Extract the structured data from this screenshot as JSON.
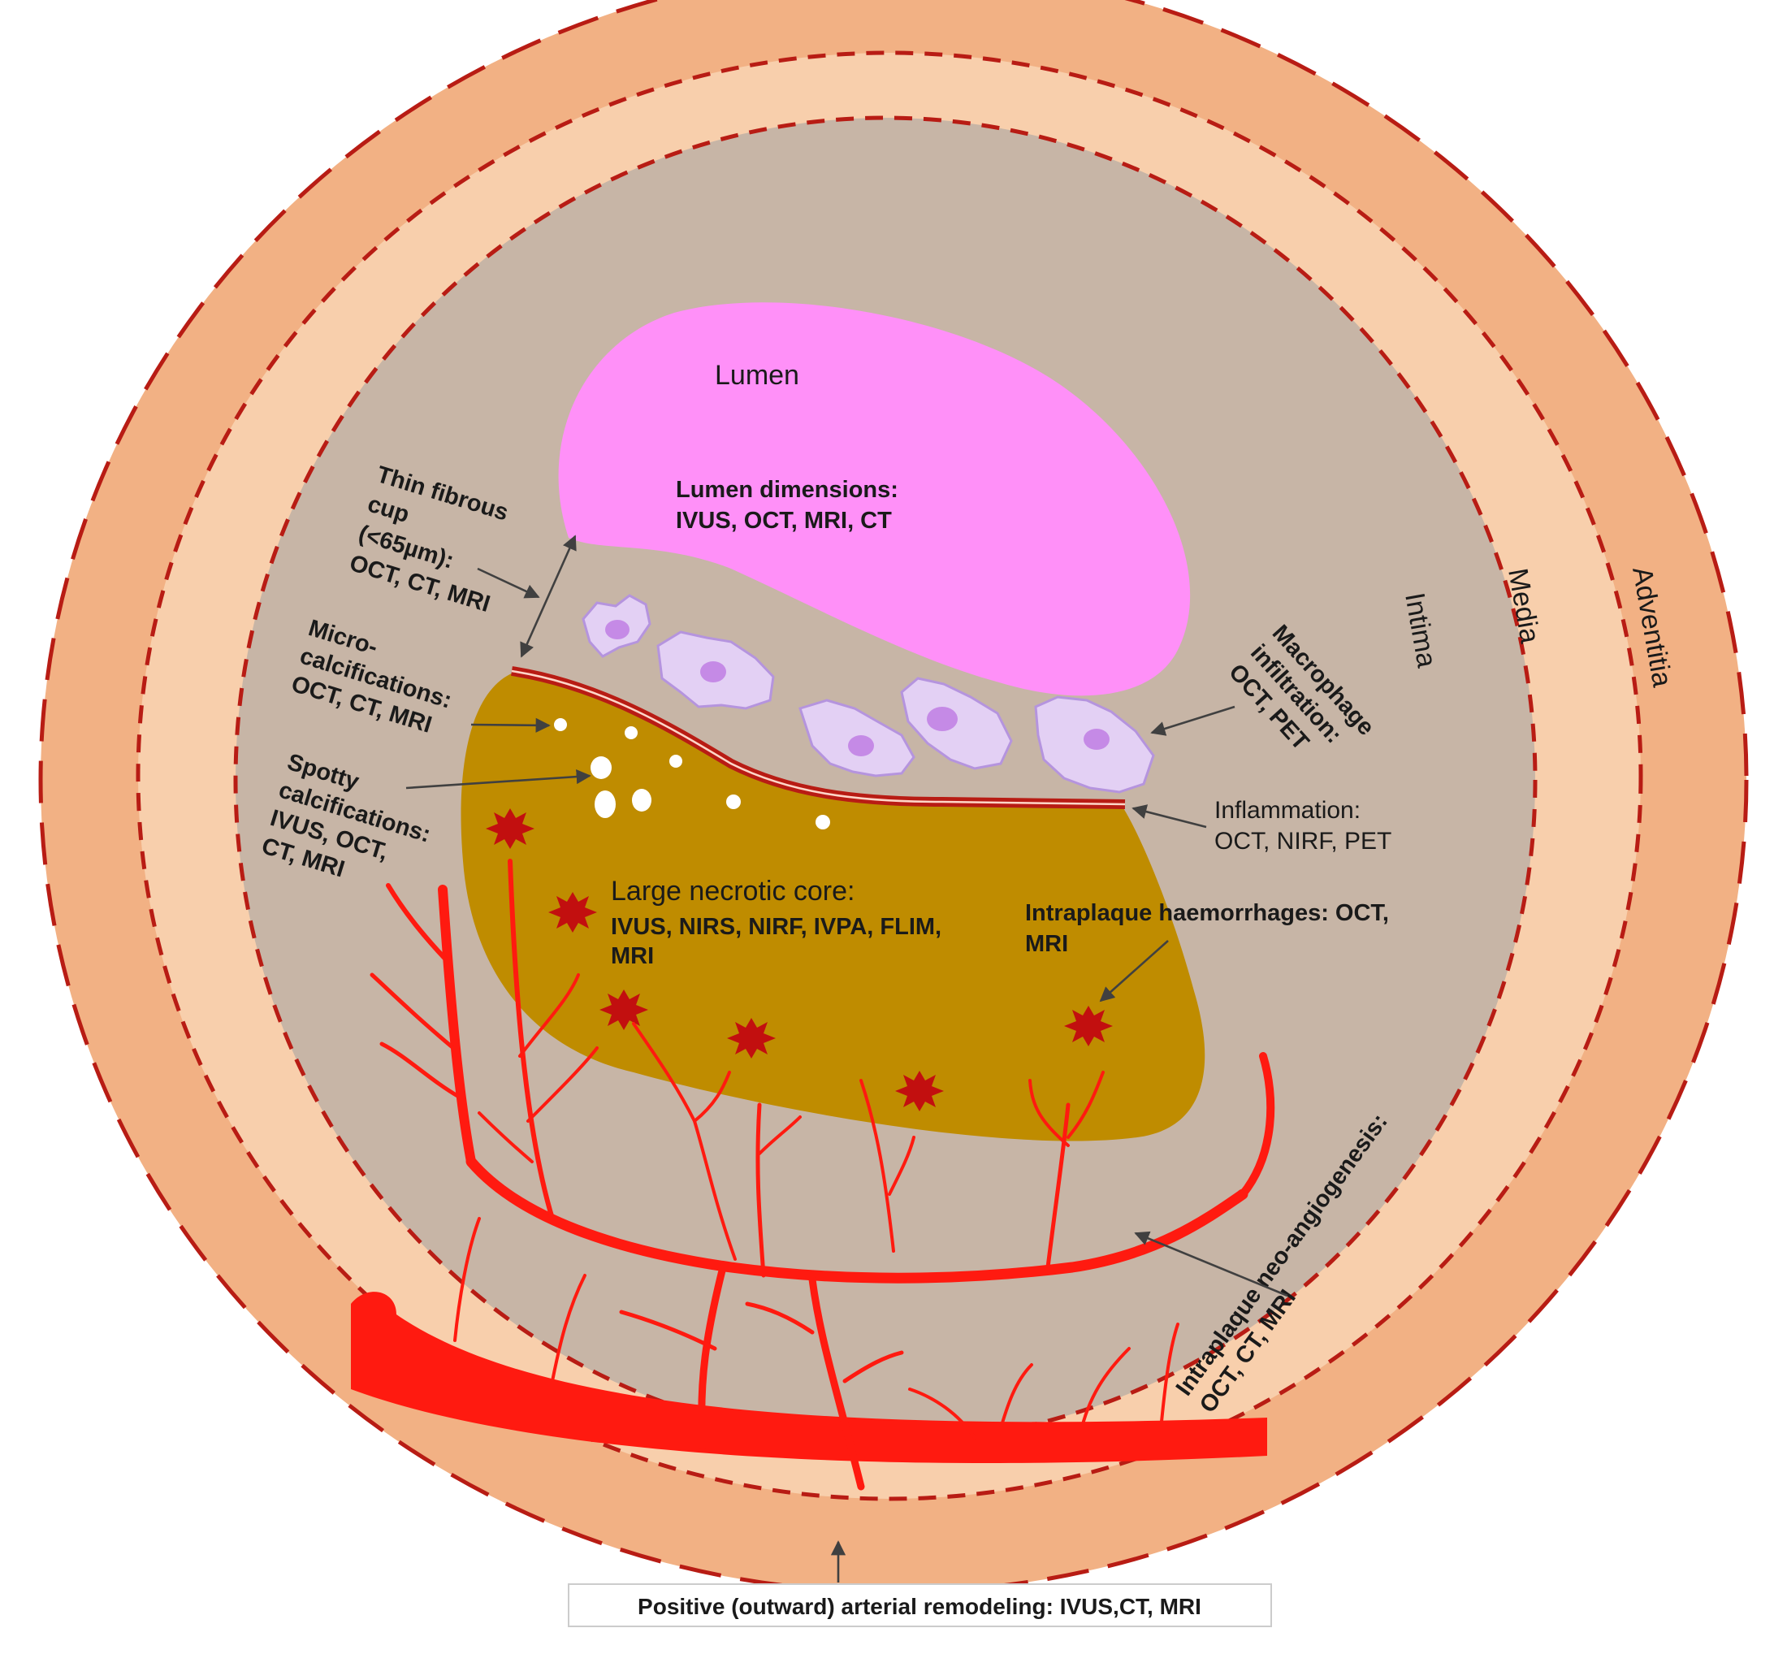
{
  "colors": {
    "adventitia": "#f2b184",
    "media": "#f8cfac",
    "intima": "#c7b5a6",
    "dash": "#b81c14",
    "lumen": "#ff90f8",
    "necrotic_core": "#bf8c00",
    "vessel": "#ff1a10",
    "macrophage_fill": "#e3d0f4",
    "macrophage_stroke": "#b594de",
    "macrophage_nucleus": "#c58ae6",
    "calcification": "#ffffff",
    "haemorrhage": "#c20f0f"
  },
  "layers": {
    "adventitia": "Adventitia",
    "media": "Media",
    "intima": "Intima"
  },
  "lumen": {
    "label": "Lumen",
    "dimensions_l1": "Lumen dimensions:",
    "dimensions_l2": "IVUS, OCT, MRI, CT"
  },
  "fibrous_cap": [
    "Thin fibrous",
    "cup",
    "(<65µm):",
    "OCT, CT, MRI"
  ],
  "micro_calcifications": [
    "Micro-",
    "calcifications:",
    "OCT, CT, MRI"
  ],
  "spotty_calcifications": [
    "Spotty",
    "calcifications:",
    "IVUS, OCT,",
    "CT, MRI"
  ],
  "necrotic_core": {
    "l1": "Large necrotic core:",
    "l2": "IVUS, NIRS, NIRF, IVPA, FLIM,",
    "l3": "MRI"
  },
  "macrophage": [
    "Macrophage",
    "infiltration:",
    "OCT, PET"
  ],
  "inflammation": [
    "Inflammation:",
    "OCT, NIRF, PET"
  ],
  "haemorrhage": [
    "Intraplaque haemorrhages: OCT,",
    "MRI"
  ],
  "neoangiogenesis": [
    "Intraplaque neo-angiogenesis:",
    "OCT, CT, MRI"
  ],
  "remodeling": "Positive (outward) arterial remodeling: IVUS,CT, MRI"
}
